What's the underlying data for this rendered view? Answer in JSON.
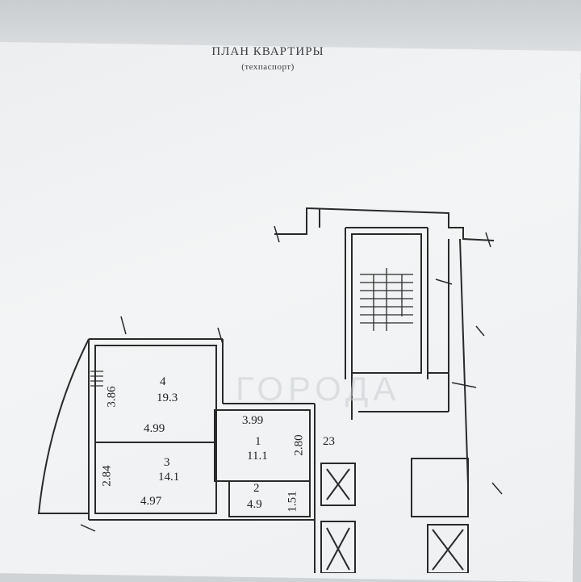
{
  "header": {
    "title": "ПЛАН КВАРТИРЫ",
    "subtitle": "(техпаспорт)"
  },
  "watermark": "ГОРОДА",
  "rooms": [
    {
      "number": "4",
      "area": "19.3",
      "width": "4.99",
      "depth": "3.86"
    },
    {
      "number": "3",
      "area": "14.1",
      "width": "4.97",
      "depth": "2.84"
    },
    {
      "number": "1",
      "area": "11.1",
      "width": "3.99",
      "depth": "2.80"
    },
    {
      "number": "2",
      "area": "4.9",
      "depth": "1.51"
    }
  ],
  "extra_label": "23",
  "colors": {
    "line": "#2a2a2a",
    "paper": "#f0f1f2"
  }
}
